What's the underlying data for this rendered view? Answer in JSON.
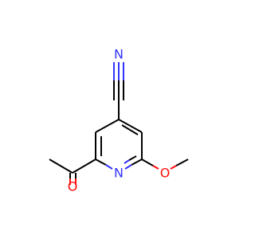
{
  "atoms": {
    "nitrile_n": {
      "label": "N"
    },
    "pyridine_n": {
      "label": "N"
    },
    "carbonyl_o": {
      "label": "O"
    },
    "ether_o": {
      "label": "O"
    }
  },
  "colors": {
    "carbon_bond": "#000000",
    "nitrogen": "#3333ff",
    "oxygen": "#ff0d0d",
    "background": "#ffffff"
  }
}
